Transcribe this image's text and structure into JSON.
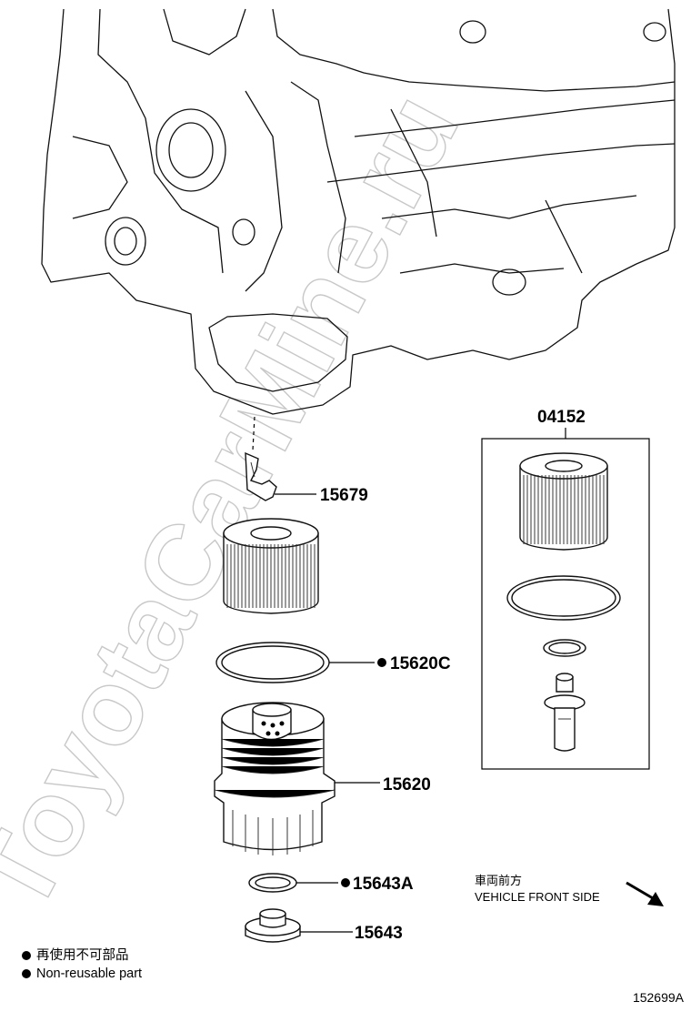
{
  "watermark": "ToyotaCarMine.ru",
  "parts": [
    {
      "id": "part-15679",
      "number": "15679",
      "non_reusable": false
    },
    {
      "id": "part-15620c",
      "number": "15620C",
      "non_reusable": true
    },
    {
      "id": "part-15620",
      "number": "15620",
      "non_reusable": false
    },
    {
      "id": "part-15643a",
      "number": "15643A",
      "non_reusable": true
    },
    {
      "id": "part-15643",
      "number": "15643",
      "non_reusable": false
    }
  ],
  "kit": {
    "number": "04152"
  },
  "direction": {
    "japanese": "車両前方",
    "english": "VEHICLE FRONT SIDE"
  },
  "legend": {
    "japanese": "再使用不可部品",
    "english": "Non-reusable part"
  },
  "figure_number": "152699A"
}
